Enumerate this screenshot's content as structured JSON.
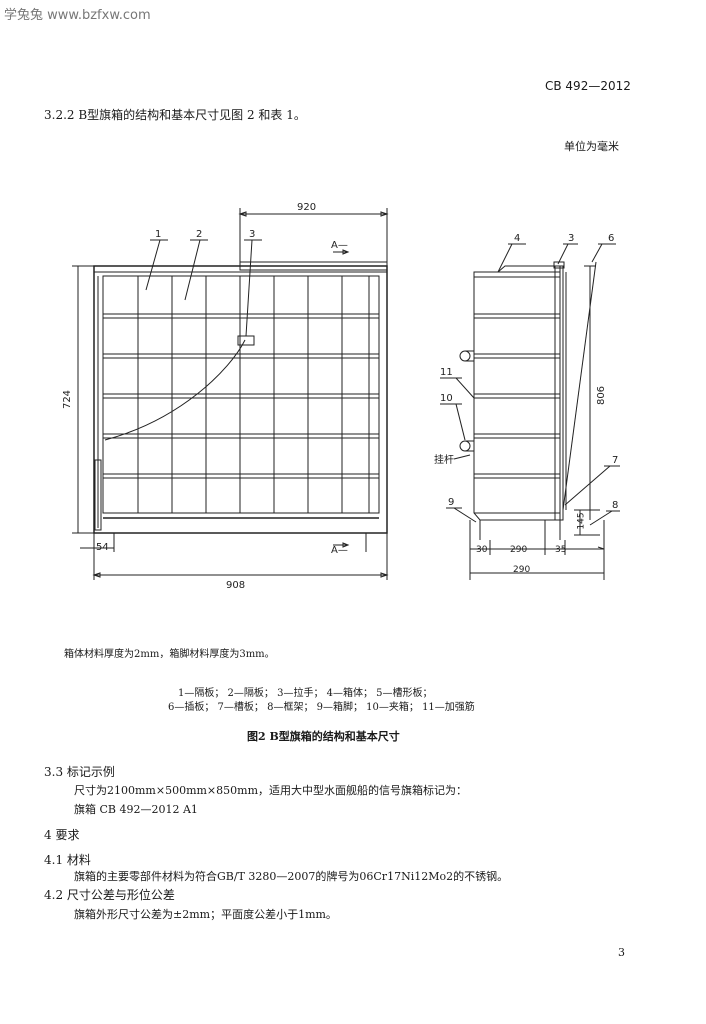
{
  "watermark": "学兔兔 www.bzfxw.com",
  "header": {
    "standard_no": "CB 492—2012"
  },
  "section_322": {
    "text": "3.2.2  B型旗箱的结构和基本尺寸见图 2 和表 1。"
  },
  "unit_note": "单位为毫米",
  "figure": {
    "dims": {
      "width_top": "920",
      "height_left": "724",
      "bottom_left": "54",
      "width_bottom": "908",
      "height_side": "806",
      "base_a": "30",
      "base_b": "290",
      "base_c": "35",
      "base_total": "290",
      "small_h": "145"
    },
    "section_marks": {
      "top": "A—",
      "bottom": "A—"
    },
    "callouts": [
      "1",
      "2",
      "3",
      "4",
      "3",
      "6",
      "7",
      "8",
      "9",
      "10",
      "11"
    ],
    "side_label": "挂杆",
    "note": "箱体材料厚度为2mm，箱脚材料厚度为3mm。",
    "legend_line1": "1—隔板；   2—隔板；   3—拉手；   4—箱体；   5—槽形板；",
    "legend_line2": "6—插板；   7—槽板；   8—框架；   9—箱脚；   10—夹箱；   11—加强筋",
    "caption": "图2   B型旗箱的结构和基本尺寸"
  },
  "section_33": {
    "heading": "3.3   标记示例",
    "text": "尺寸为2100mm×500mm×850mm，适用大中型水面舰船的信号旗箱标记为：",
    "example": "旗箱   CB 492—2012   A1"
  },
  "section_4": {
    "heading": "4   要求"
  },
  "section_41": {
    "heading": "4.1   材料",
    "text": "旗箱的主要零部件材料为符合GB/T 3280—2007的牌号为06Cr17Ni12Mo2的不锈钢。"
  },
  "section_42": {
    "heading": "4.2   尺寸公差与形位公差",
    "text": "旗箱外形尺寸公差为±2mm；平面度公差小于1mm。"
  },
  "page_number": "3"
}
